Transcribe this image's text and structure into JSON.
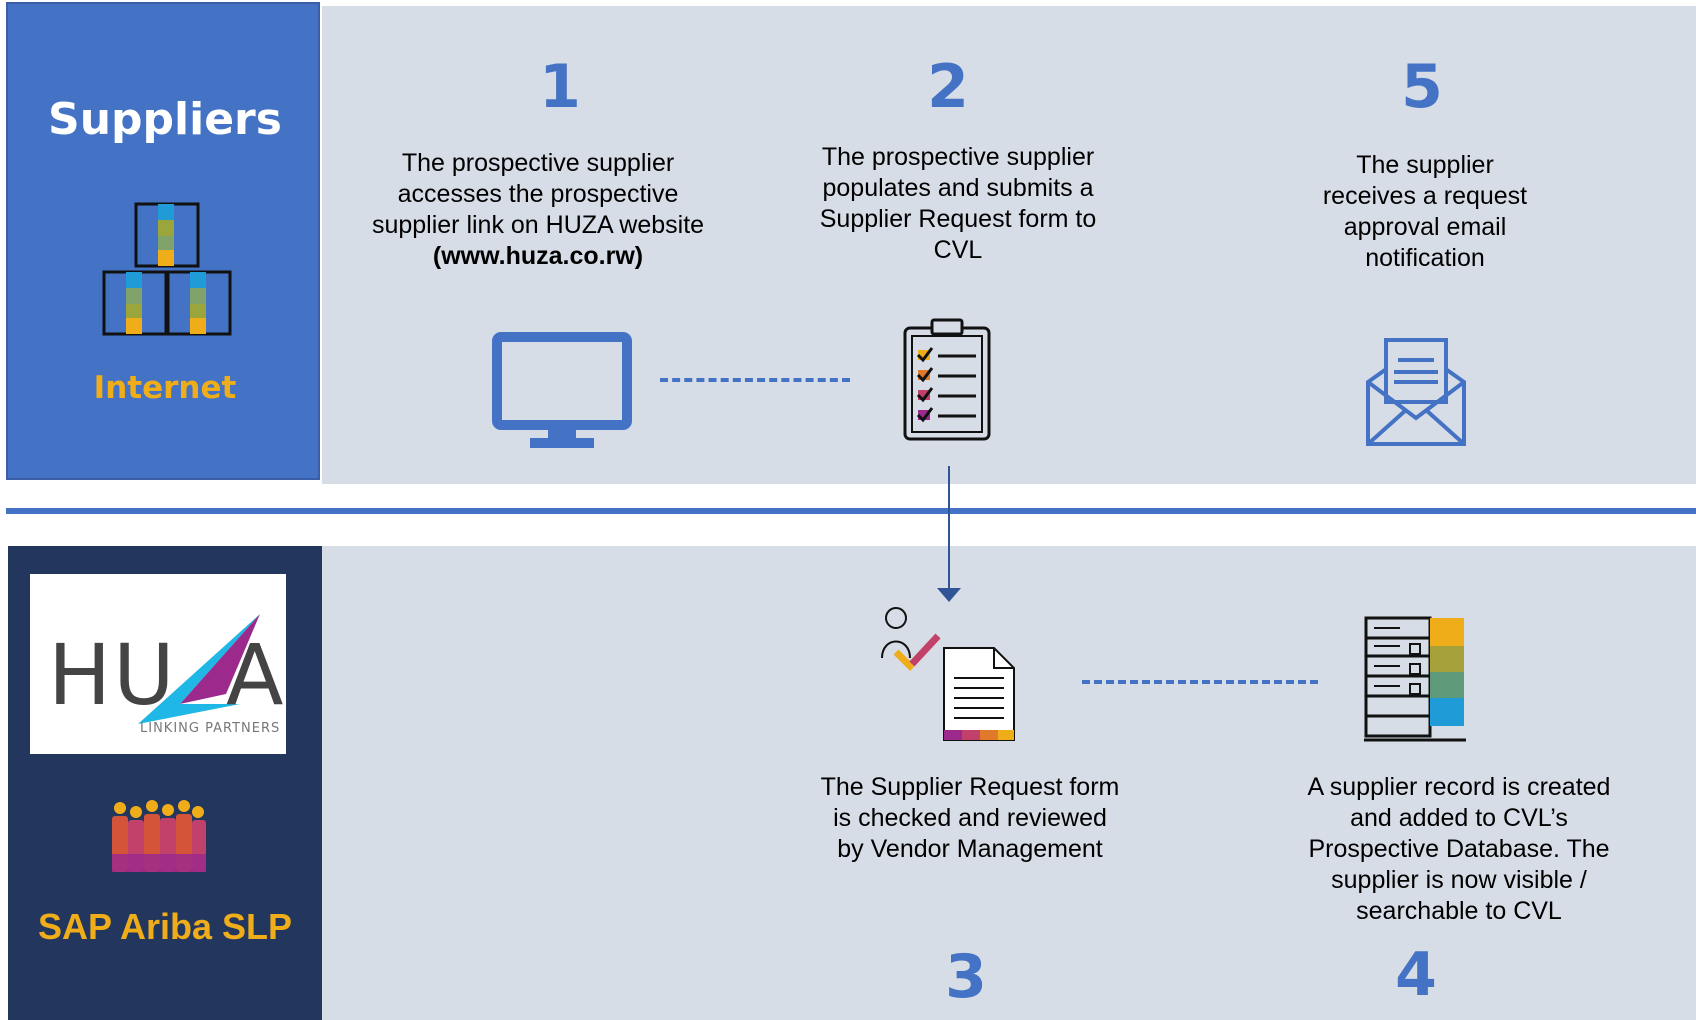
{
  "suppliers": {
    "title": "Suppliers",
    "subtitle": "Internet"
  },
  "sap": {
    "logo_text": "HU ZA",
    "logo_tagline": "LINKING PARTNERS",
    "subtitle": "SAP Ariba SLP"
  },
  "steps": [
    {
      "number": "1",
      "text": "The prospective supplier accesses the prospective supplier link on HUZA website",
      "bold": "(www.huza.co.rw)"
    },
    {
      "number": "2",
      "text": "The prospective supplier populates and submits a Supplier Request form to CVL"
    },
    {
      "number": "5",
      "text": "The supplier receives a request approval email notification"
    },
    {
      "number": "3",
      "text": "The Supplier Request form is checked and reviewed by Vendor Management"
    },
    {
      "number": "4",
      "text": "A supplier record is created and added to CVL’s Prospective Database.  The supplier is now visible / searchable to CVL"
    }
  ],
  "colors": {
    "accent_blue": "#4472c4",
    "navy": "#22365e",
    "panel": "#d7dde6",
    "gold": "#f0ad1a"
  },
  "icons": [
    "boxes-icon",
    "monitor-icon",
    "clipboard-checklist-icon",
    "envelope-icon",
    "review-document-icon",
    "database-icon",
    "people-group-icon"
  ]
}
